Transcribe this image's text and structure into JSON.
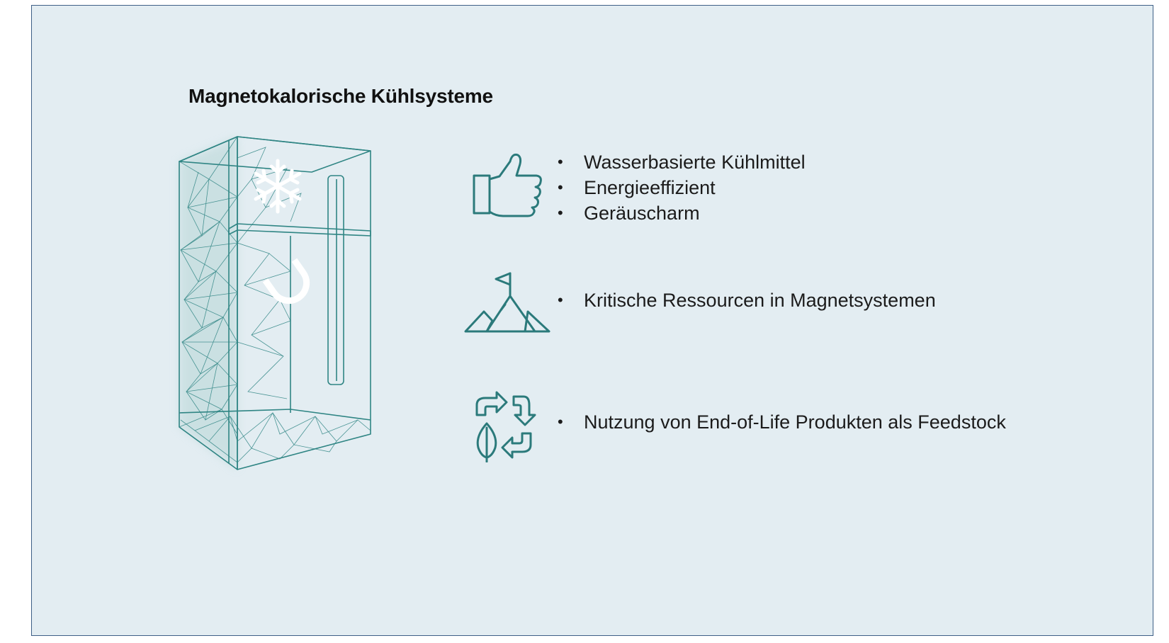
{
  "title": "Magnetokalorische Kühlsysteme",
  "colors": {
    "background": "#e3edf2",
    "border": "#3e5f86",
    "icon_teal": "#2b7a7b",
    "text": "#1b1b1b"
  },
  "illustration": {
    "object": "refrigerator-wireframe",
    "overlay_icons": [
      "snowflake-icon",
      "magnet-icon"
    ]
  },
  "rows": [
    {
      "icon": "thumbs-up-icon",
      "bullets": [
        "Wasserbasierte Kühlmittel",
        "Energieeffizient",
        "Geräuscharm"
      ]
    },
    {
      "icon": "mountain-flag-icon",
      "bullets": [
        "Kritische Ressourcen in Magnetsystemen"
      ]
    },
    {
      "icon": "recycle-leaf-icon",
      "bullets": [
        "Nutzung von End-of-Life Produkten als Feedstock"
      ]
    }
  ]
}
